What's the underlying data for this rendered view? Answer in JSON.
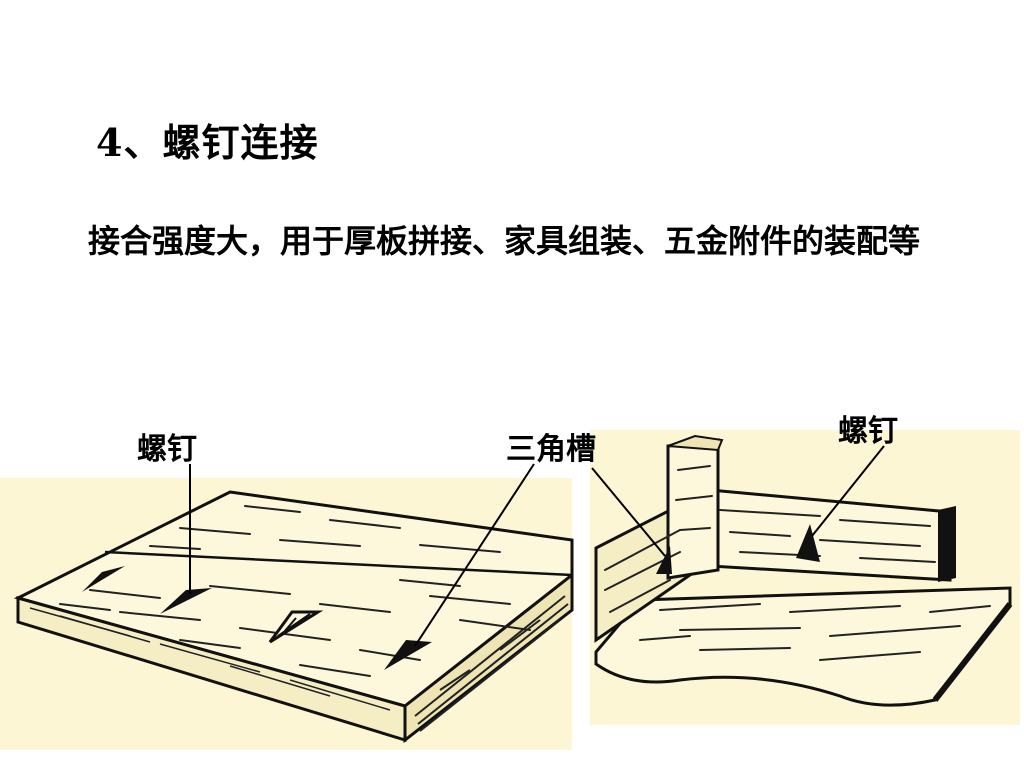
{
  "slide": {
    "title": "4、螺钉连接",
    "description": "接合强度大，用于厚板拼接、家具组装、五金附件的装配等"
  },
  "figure_left": {
    "label_screw": "螺钉",
    "label_groove": "三角槽"
  },
  "figure_right": {
    "label_screw": "螺钉"
  },
  "colors": {
    "paper": "#fcf6d4",
    "ink": "#000000"
  }
}
